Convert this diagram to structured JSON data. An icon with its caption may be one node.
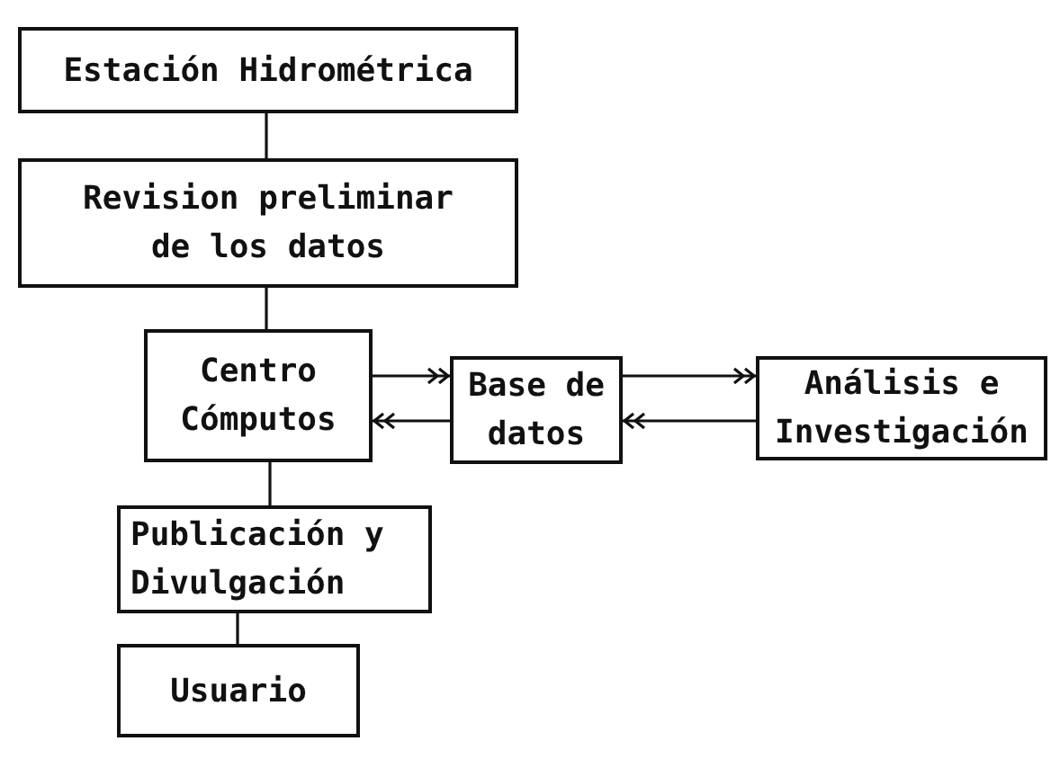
{
  "diagram": {
    "nodes": [
      {
        "text": [
          "Estación Hidrométrica"
        ]
      },
      {
        "text": [
          "Revision preliminar de los datos"
        ]
      },
      {
        "text": [
          "Centro Cómputos"
        ]
      },
      {
        "text": [
          "Base de datos"
        ]
      },
      {
        "text": [
          "Análisis e Investigación"
        ]
      },
      {
        "text": [
          "Publicación y Divulgación"
        ]
      },
      {
        "text": [
          "Usuario"
        ]
      }
    ],
    "edges": [
      {
        "from": 0,
        "to": 1,
        "arrow": "none"
      },
      {
        "from": 1,
        "to": 2,
        "arrow": "none"
      },
      {
        "from": 2,
        "to": 3,
        "arrow": "to"
      },
      {
        "from": 3,
        "to": 2,
        "arrow": "to"
      },
      {
        "from": 3,
        "to": 4,
        "arrow": "to"
      },
      {
        "from": 4,
        "to": 3,
        "arrow": "to"
      },
      {
        "from": 2,
        "to": 5,
        "arrow": "none"
      },
      {
        "from": 5,
        "to": 6,
        "arrow": "none"
      }
    ]
  }
}
